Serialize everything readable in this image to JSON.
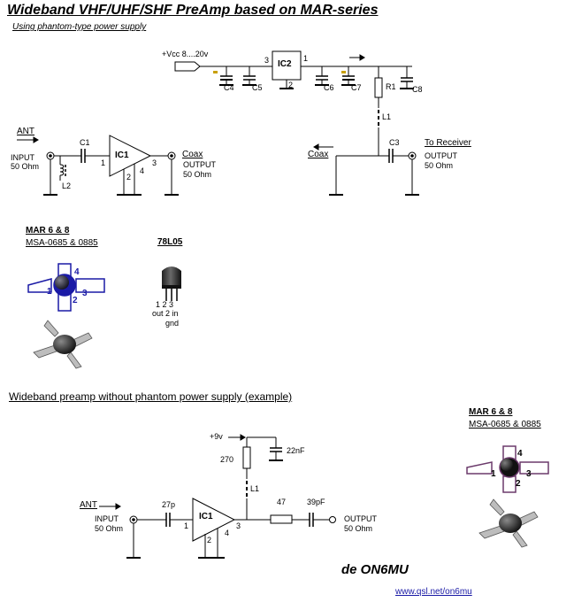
{
  "title": "Wideband VHF/UHF/SHF PreAmp based on MAR-series",
  "subtitle_top": "Using phantom-type power supply",
  "subtitle_bottom": "Wideband preamp without phantom power supply (example)",
  "credit": "de ON6MU",
  "url": "www.qsl.net/on6mu",
  "top_circuit": {
    "vcc_label": "+Vcc 8....20v",
    "ic2": "IC2",
    "ic2_pin_in": "3",
    "ic2_pin_out": "1",
    "ic2_pin_gnd": "2",
    "c4": "C4",
    "c5": "C5",
    "c6": "C6",
    "c7": "C7",
    "c8": "C8",
    "r1": "R1",
    "l1": "L1",
    "c3": "C3",
    "c1": "C1",
    "l2": "L2",
    "ic1": "IC1",
    "ic1_pin1": "1",
    "ic1_pin2": "2",
    "ic1_pin3": "3",
    "ic1_pin4": "4",
    "ant": "ANT",
    "input": "INPUT",
    "input_imp": "50 Ohm",
    "coax_left": "Coax",
    "output_left": "OUTPUT",
    "output_left_imp": "50 Ohm",
    "coax_right": "Coax",
    "to_receiver": "To Receiver",
    "output_right": "OUTPUT",
    "output_right_imp": "50 Ohm"
  },
  "mar_left": {
    "heading": "MAR 6 & 8",
    "parts": "MSA-0685 & 0885",
    "pin1": "1",
    "pin2": "2",
    "pin3": "3",
    "pin4": "4"
  },
  "reg_78l05": {
    "heading": "78L05",
    "pin_numbers": "1   2   3",
    "pin_names": "out  2  in",
    "gnd": "gnd"
  },
  "bottom_circuit": {
    "vcc": "+9v",
    "cap_22n": "22nF",
    "r270": "270",
    "l1": "L1",
    "r47": "47",
    "cap_39p": "39pF",
    "cap_27p": "27p",
    "ic1": "IC1",
    "pin1": "1",
    "pin2": "2",
    "pin3": "3",
    "pin4": "4",
    "ant": "ANT",
    "input": "INPUT",
    "input_imp": "50 Ohm",
    "output": "OUTPUT",
    "output_imp": "50 Ohm"
  },
  "mar_right": {
    "heading": "MAR 6 & 8",
    "parts": "MSA-0685 & 0885",
    "pin1": "1",
    "pin2": "2",
    "pin3": "3",
    "pin4": "4"
  },
  "colors": {
    "ink": "#000000",
    "c_marker": "#c8a000",
    "pkg_blue": "#1a1aa6",
    "pkg_purple": "#6b3a6b",
    "link": "#1a1aa6"
  }
}
